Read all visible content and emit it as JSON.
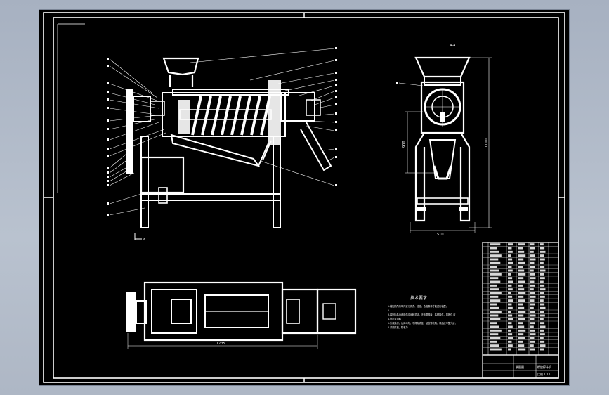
{
  "drawing": {
    "section_label": "A-A",
    "front_view_tag": "A",
    "dimensions": {
      "side_width": "510",
      "side_height": "1100",
      "side_mid_height": "900",
      "top_length": "1735"
    },
    "technical_requirements": {
      "title": "技术要求",
      "lines": [
        "1.装配前所有零件进行清洗、检验，合格零件才能进行装配，",
        "2.",
        "3.装配后各运动部件应运转灵活，无卡滞现象，各联接件，紧固件 应",
        "4.整机试运转",
        "5.外观涂漆，色泽均匀，不得有流挂、起皮等缺陷，表面应平整光洁，",
        "6.漆膜厚度，附着力"
      ]
    },
    "title_block": {
      "drawing_name": "螺旋榨汁机",
      "sub_text": "装配图",
      "company": "比例 1:10"
    }
  }
}
